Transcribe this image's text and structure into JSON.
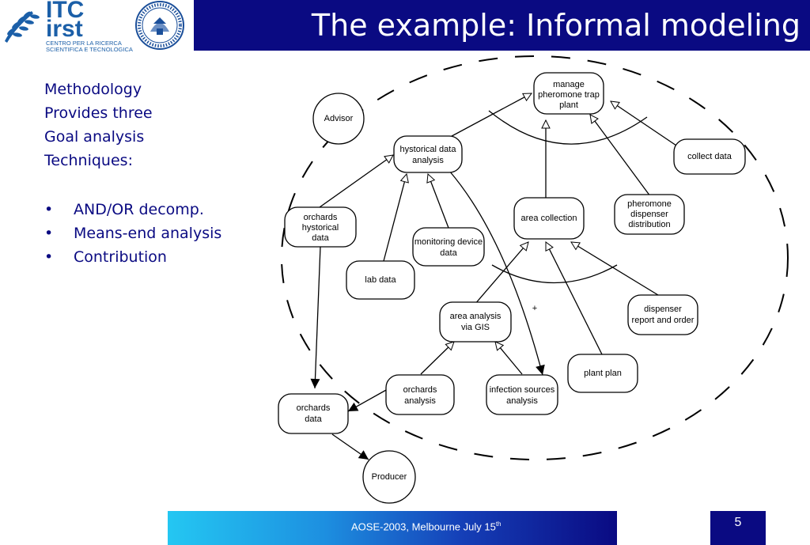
{
  "header": {
    "title": "The example: Informal modeling"
  },
  "logo": {
    "itc": "ITC",
    "irst": "irst",
    "sub_line1": "CENTRO PER LA RICERCA",
    "sub_line2": "SCIENTIFICA E TECNOLOGICA"
  },
  "left_text": {
    "lines": [
      "Methodology",
      "Provides three",
      "Goal analysis",
      "Techniques:"
    ]
  },
  "bullets": [
    "AND/OR decomp.",
    "Means-end analysis",
    "Contribution"
  ],
  "diagram": {
    "actors": {
      "advisor": "Advisor",
      "producer": "Producer"
    },
    "goals": {
      "manage": [
        "manage",
        "pheromone trap",
        "plant"
      ],
      "historical": [
        "hystorical data",
        "analysis"
      ],
      "collect": [
        "collect data"
      ],
      "orchards_hist": [
        "orchards",
        "hystorical",
        "data"
      ],
      "monitoring": [
        "monitoring device",
        "data"
      ],
      "area_collection": [
        "area collection"
      ],
      "pheromone_disp": [
        "pheromone",
        "dispenser",
        "distribution"
      ],
      "lab": [
        "lab data"
      ],
      "dispenser_report": [
        "dispenser",
        "report and order"
      ],
      "area_analysis": [
        "area analysis",
        "via GIS"
      ],
      "plant_plan": [
        "plant plan"
      ],
      "orchards_analysis": [
        "orchards",
        "analysis"
      ],
      "infection": [
        "infection sources",
        "analysis"
      ],
      "orchards_data": [
        "orchards",
        "data"
      ]
    },
    "contribution_label": "+"
  },
  "footer": {
    "text": "AOSE-2003, Melbourne July 15",
    "sup": "th",
    "page": "5"
  }
}
